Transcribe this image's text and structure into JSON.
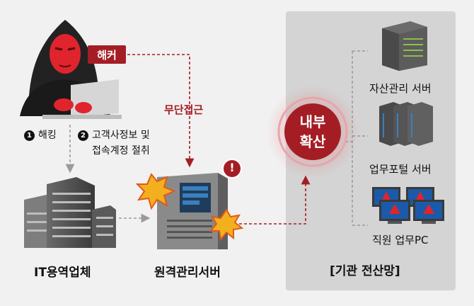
{
  "hacker_label": "해커",
  "steps": [
    {
      "num": "1",
      "text": "해킹"
    },
    {
      "num": "2",
      "text_line1": "고객사정보 및",
      "text_line2": "접속계정 절취"
    }
  ],
  "unauthorized_access": "무단접근",
  "internal_spread": {
    "line1": "내부",
    "line2": "확산"
  },
  "it_company": "IT용역업체",
  "remote_server": "원격관리서버",
  "alert_mark": "!",
  "agency_network": {
    "title": "[기관 전산망]",
    "items": [
      {
        "label": "자산관리 서버",
        "icon": "server-rack-icon"
      },
      {
        "label": "업무포털 서버",
        "icon": "server-rack-icon"
      },
      {
        "label": "직원 업무PC",
        "icon": "pc-warning-icon"
      }
    ]
  },
  "colors": {
    "accent": "#a51d24",
    "panel": "#d4d4d4",
    "background": "#f1f1f1"
  }
}
